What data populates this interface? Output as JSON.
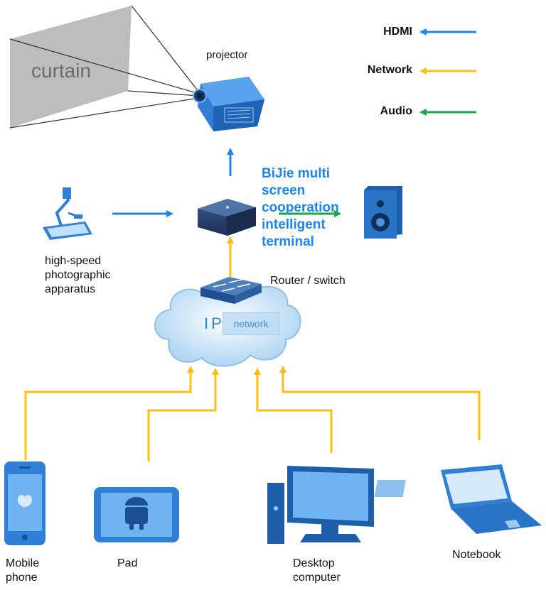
{
  "legend": {
    "hdmi": "HDMI",
    "network": "Network",
    "audio": "Audio"
  },
  "colors": {
    "hdmi": "#1b86e8",
    "network": "#fbbf14",
    "audio": "#15a845",
    "curtain": "#bdbdbd",
    "device_blue": "#2f7fd6"
  },
  "labels": {
    "curtain": "curtain",
    "projector": "projector",
    "terminal": [
      "BiJie multi",
      "screen",
      "cooperation",
      "intelligent",
      "terminal"
    ],
    "photographic": [
      "high-speed",
      "photographic",
      "apparatus"
    ],
    "router": "Router / switch",
    "ip": "IP",
    "network": "network",
    "mobile": [
      "Mobile",
      "phone"
    ],
    "pad": "Pad",
    "desktop": [
      "Desktop",
      "computer"
    ],
    "notebook": "Notebook"
  }
}
